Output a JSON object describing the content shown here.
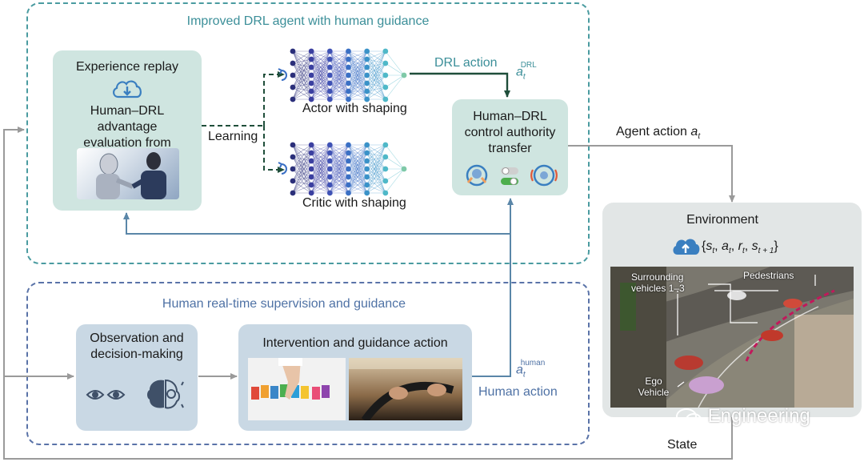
{
  "agent_section": {
    "title": "Improved DRL agent with human guidance",
    "experience_replay": {
      "title": "Experience replay",
      "text": "Human–DRL advantage evaluation from buffer",
      "icon": "cloud-download-icon"
    },
    "actor_label": "Actor with shaping",
    "critic_label": "Critic with shaping",
    "learning_label": "Learning",
    "drl_action_label": "DRL action",
    "drl_action_symbol": "a",
    "drl_action_sub": "t",
    "drl_action_sup": "DRL",
    "authority": {
      "text": "Human–DRL control authority transfer",
      "icons": [
        "driver-face-icon",
        "toggle-switch-icon",
        "autonomous-steering-icon"
      ]
    }
  },
  "human_section": {
    "title": "Human real-time supervision and guidance",
    "observation": {
      "text": "Observation and decision-making",
      "icons": [
        "eyes-icon",
        "brain-gear-icon"
      ]
    },
    "intervention": {
      "title": "Intervention and guidance action",
      "images": [
        "hand-selecting-blocks-image",
        "hands-on-steering-wheel-image"
      ]
    },
    "human_action_label": "Human action",
    "human_action_symbol": "a",
    "human_action_sub": "t",
    "human_action_sup": "human"
  },
  "agent_action": {
    "label": "Agent action",
    "symbol": "a",
    "sub": "t"
  },
  "environment": {
    "title": "Environment",
    "icon": "cloud-upload-icon",
    "tuple": {
      "open": "{",
      "s": "s",
      "a": "a",
      "r": "r",
      "sub_t": "t",
      "sub_t1": "t + 1",
      "comma": ",",
      "close": "}"
    },
    "scene": {
      "label_surrounding": "Surrounding vehicles 1–3",
      "label_pedestrians": "Pedestrians",
      "label_ego": "Ego Vehicle"
    }
  },
  "state_label": "State",
  "watermark": "Engineering",
  "colors": {
    "teal_dash": "#4a9ba0",
    "blue_dash": "#5a73a8",
    "teal_box": "#cfe5e0",
    "blue_box": "#c9d8e4",
    "env_box": "#e2e6e6",
    "arrow_blue": "#5a86a8",
    "arrow_grey": "#9a9a9a",
    "dark_green": "#1f4e3a",
    "title_teal": "#3c8f99",
    "title_blue": "#4f72a5"
  }
}
